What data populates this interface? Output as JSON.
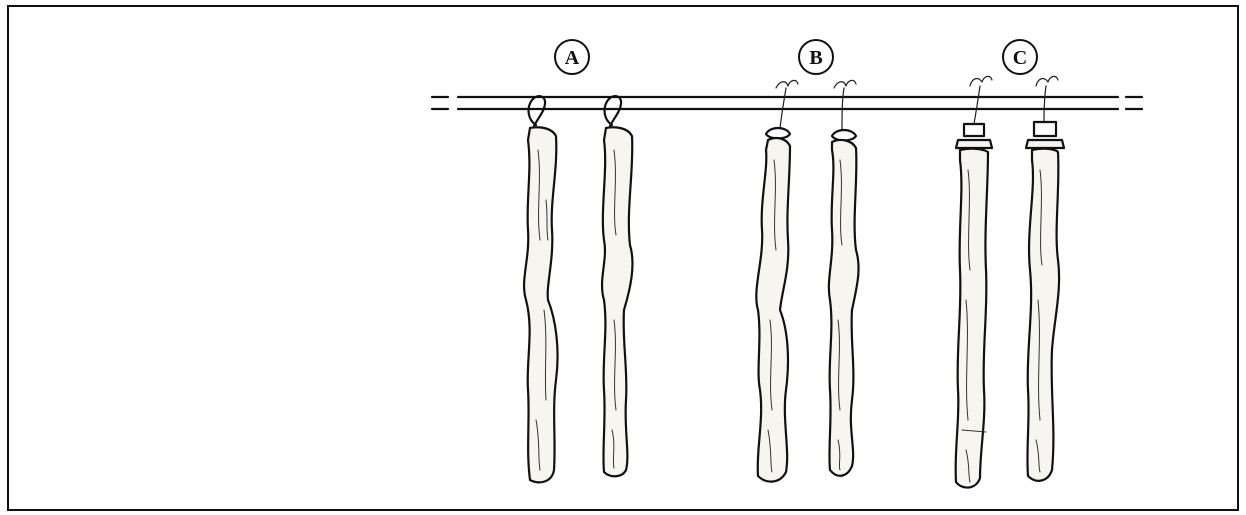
{
  "figure": {
    "groups": [
      {
        "id": "A",
        "label": "A"
      },
      {
        "id": "B",
        "label": "B"
      },
      {
        "id": "C",
        "label": "C"
      }
    ]
  }
}
